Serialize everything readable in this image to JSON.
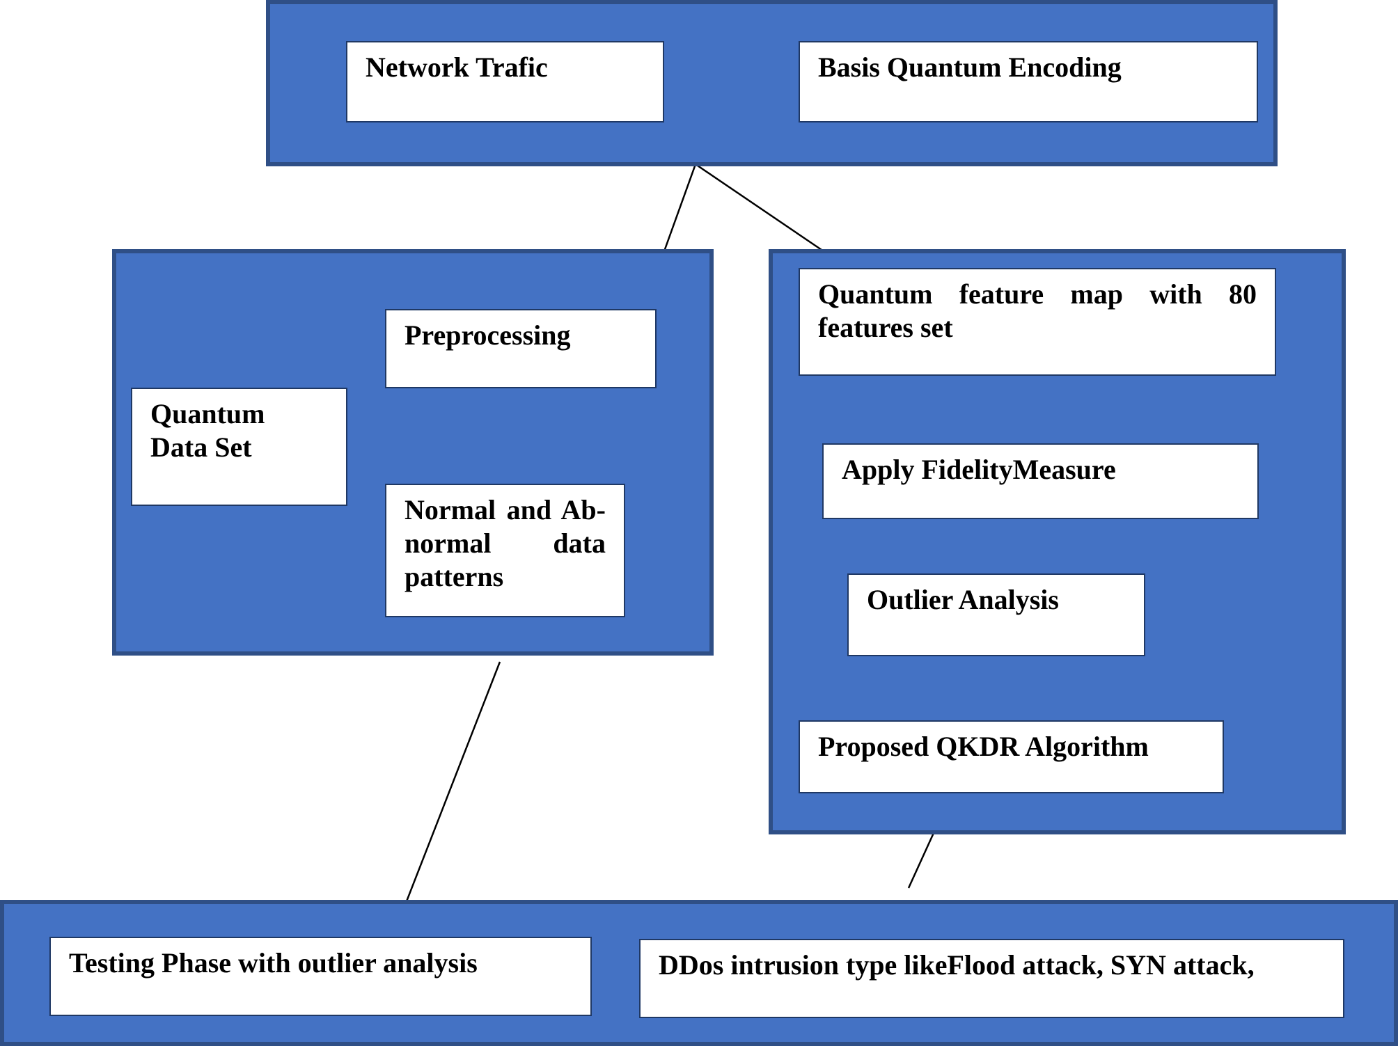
{
  "top_panel": {
    "network_traffic": "Network Trafic",
    "basis_encoding": "Basis Quantum Encoding"
  },
  "left_panel": {
    "preprocessing": "Preprocessing",
    "quantum_dataset": "Quantum Data Set",
    "patterns": "Normal and Ab-normal data patterns"
  },
  "right_panel": {
    "feature_map": "Quantum feature map with 80 features set",
    "fidelity": "Apply FidelityMeasure",
    "outlier": "Outlier Analysis",
    "qkdr": "Proposed QKDR Algorithm"
  },
  "bottom_panel": {
    "testing": "Testing Phase with outlier analysis",
    "ddos": "DDos intrusion type likeFlood attack, SYN attack,"
  },
  "colors": {
    "panel_fill": "#4472c4",
    "panel_border": "#2f4f86",
    "box_fill": "#ffffff",
    "line": "#000000"
  }
}
